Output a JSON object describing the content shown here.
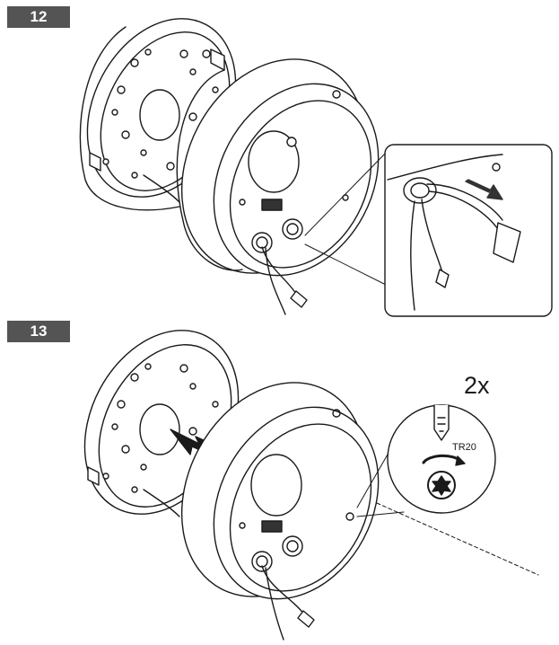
{
  "steps": [
    {
      "number": "12"
    },
    {
      "number": "13"
    }
  ],
  "step13": {
    "screw_count": "2x",
    "tool_label": "TR20",
    "tool_icon": "torx-screwdriver-icon"
  },
  "colors": {
    "badge_bg": "#545454",
    "line": "#1a1a1a"
  }
}
